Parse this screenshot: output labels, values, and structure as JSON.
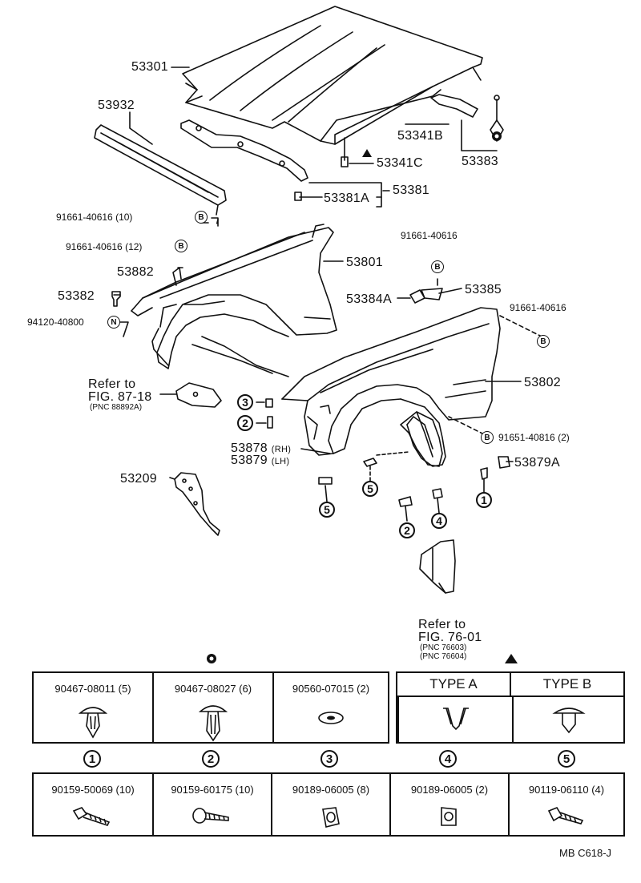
{
  "labels": {
    "p53301": "53301",
    "p53932": "53932",
    "p53341B": "53341B",
    "p53341C": "53341C",
    "p53383": "53383",
    "p53381": "53381",
    "p53381A": "53381A",
    "p91661_10": "91661-40616 (10)",
    "p91661_12": "91661-40616 (12)",
    "p91661_a": "91661-40616",
    "p91661_b": "91661-40616",
    "p53882": "53882",
    "p53801": "53801",
    "p53382": "53382",
    "p53384A": "53384A",
    "p53385": "53385",
    "p94120": "94120-40800",
    "refer1": "Refer to",
    "fig1": "FIG. 87-18",
    "pnc1": "(PNC 88892A)",
    "p53802": "53802",
    "p53878": "53878",
    "p53878s": "(RH)",
    "p53879": "53879",
    "p53879s": "(LH)",
    "p91651": "91651-40816 (2)",
    "p53879A": "53879A",
    "p53209": "53209",
    "refer2": "Refer to",
    "fig2": "FIG. 76-01",
    "pnc2a": "(PNC 76603)",
    "pnc2b": "(PNC 76604)",
    "code": "MB  C618-J"
  },
  "markers": {
    "B": "B",
    "N": "N",
    "n1": "1",
    "n2": "2",
    "n3": "3",
    "n4": "4",
    "n5": "5"
  },
  "table_top_left": {
    "cells": [
      "90467-08011 (5)",
      "90467-08027 (6)",
      "90560-07015 (2)"
    ]
  },
  "table_top_right": {
    "headers": [
      "TYPE A",
      "TYPE B"
    ]
  },
  "table_bottom": {
    "numbers": [
      "1",
      "2",
      "3",
      "4",
      "5"
    ],
    "cells": [
      "90159-50069 (10)",
      "90159-60175 (10)",
      "90189-06005 (8)",
      "90189-06005 (2)",
      "90119-06110 (4)"
    ]
  }
}
